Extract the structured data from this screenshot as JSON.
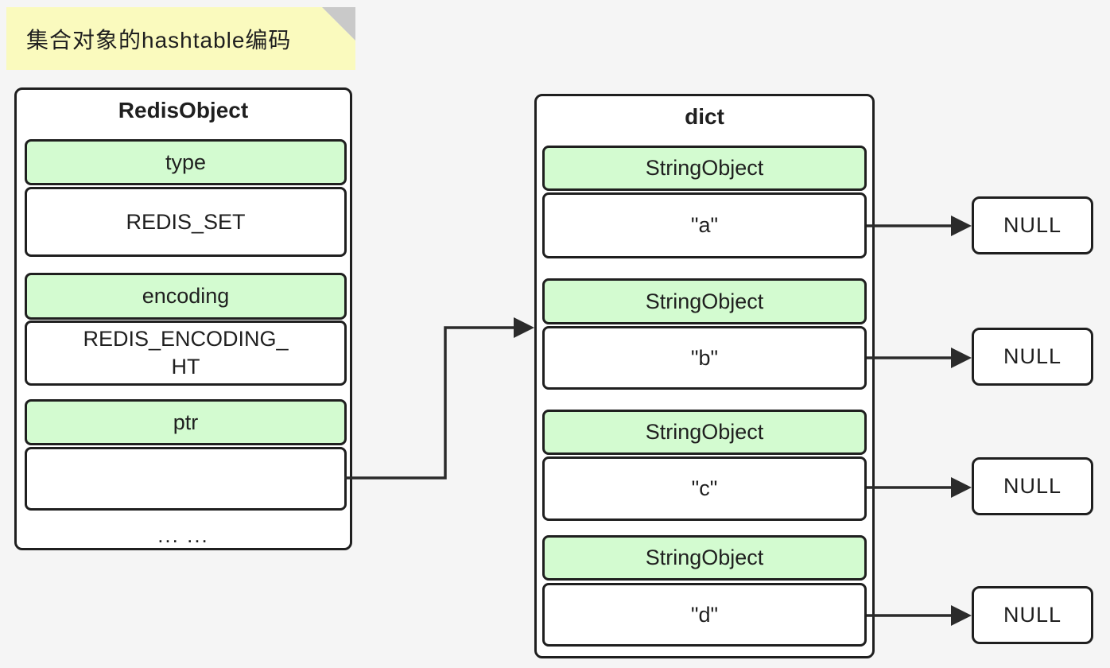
{
  "note": {
    "text": "集合对象的hashtable编码"
  },
  "redis_object": {
    "title": "RedisObject",
    "fields": [
      {
        "label": "type",
        "value": "REDIS_SET"
      },
      {
        "label": "encoding",
        "value": "REDIS_ENCODING_\nHT"
      },
      {
        "label": "ptr",
        "value": ""
      }
    ],
    "ellipsis": "... ..."
  },
  "dict": {
    "title": "dict",
    "entries": [
      {
        "header": "StringObject",
        "value": "\"a\""
      },
      {
        "header": "StringObject",
        "value": "\"b\""
      },
      {
        "header": "StringObject",
        "value": "\"c\""
      },
      {
        "header": "StringObject",
        "value": "\"d\""
      }
    ]
  },
  "null_nodes": {
    "n1": "NULL",
    "n2": "NULL",
    "n3": "NULL",
    "n4": "NULL"
  },
  "colors": {
    "background": "#f5f5f5",
    "box_fill": "#ffffff",
    "field_header_fill": "#d3fbd0",
    "border": "#1f1f1f",
    "note_fill": "#fafabe",
    "note_fold": "#c9c9c9",
    "arrow": "#2b2b2b",
    "text": "#1f1f1f"
  }
}
